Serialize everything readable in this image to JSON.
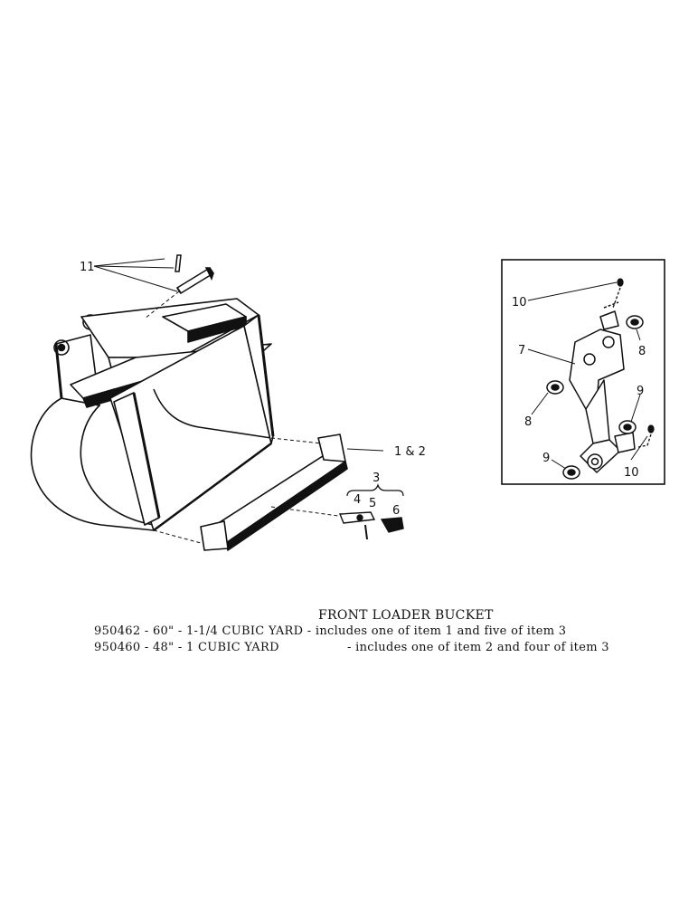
{
  "callouts": {
    "item_11": "11",
    "item_1_2": "1 & 2",
    "item_3": "3",
    "item_4": "4",
    "item_5": "5",
    "item_6": "6",
    "item_7": "7",
    "item_8a": "8",
    "item_8b": "8",
    "item_9a": "9",
    "item_9b": "9",
    "item_10a": "10",
    "item_10b": "10"
  },
  "caption": {
    "title": "FRONT LOADER BUCKET",
    "line1_part": "950462 - 60\" - 1-1/4 CUBIC YARD",
    "line1_desc": "- includes one of item 1 and five of item 3",
    "line2_part": "950460 - 48\" - 1 CUBIC YARD",
    "line2_desc": "- includes one of item 2 and four of item 3"
  }
}
